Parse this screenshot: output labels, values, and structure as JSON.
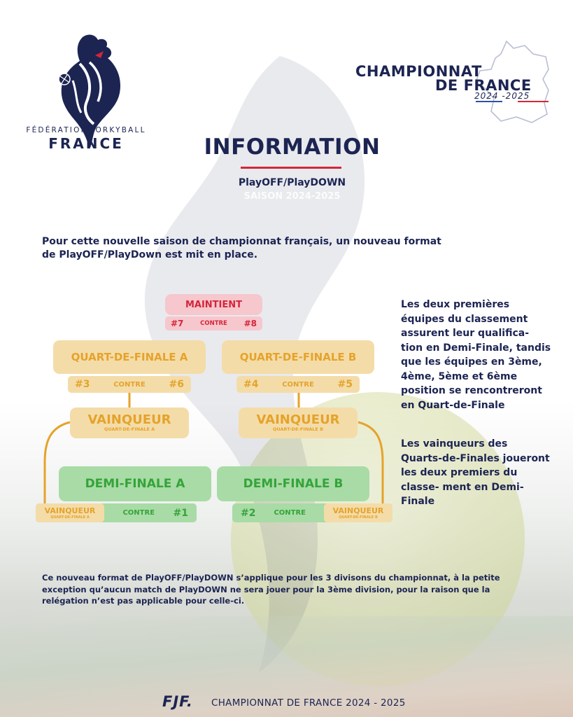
{
  "logo_left": {
    "line1": "FÉDÉRATION JORKYBALL",
    "line2": "FRANCE"
  },
  "logo_right": {
    "line1": "CHAMPIONNAT",
    "line2": "DE FRANCE",
    "line3": "2024 -2025"
  },
  "title": "INFORMATION",
  "subtitle": "PlayOFF/PlayDOWN",
  "ghost_text": "SAISON 2024-2025",
  "intro": "Pour cette nouvelle saison de championnat français, un nouveau format de PlayOFF/PlayDown est mit en place.",
  "bracket": {
    "maintient": {
      "label": "MAINTIENT",
      "left": "#7",
      "mid": "CONTRE",
      "right": "#8"
    },
    "qf_a": {
      "label": "QUART-DE-FINALE A",
      "left": "#3",
      "mid": "CONTRE",
      "right": "#6"
    },
    "qf_b": {
      "label": "QUART-DE-FINALE B",
      "left": "#4",
      "mid": "CONTRE",
      "right": "#5"
    },
    "winner_a": {
      "big": "VAINQUEUR",
      "small": "QUART-DE-FINALE A"
    },
    "winner_b": {
      "big": "VAINQUEUR",
      "small": "QUART-DE-FINALE B"
    },
    "sf_a": {
      "label": "DEMI-FINALE A",
      "winner_big": "VAINQUEUR",
      "winner_small": "QUART-DE-FINALE A",
      "mid": "CONTRE",
      "right": "#1"
    },
    "sf_b": {
      "label": "DEMI-FINALE B",
      "left": "#2",
      "mid": "CONTRE",
      "winner_big": "VAINQUEUR",
      "winner_small": "QUART-DE-FINALE B"
    }
  },
  "side_text_1": "Les deux premières équipes du classement assurent leur qualifica- tion en Demi-Finale, tandis que les équipes en 3ème, 4ème, 5ème et 6ème position se rencontreront en Quart-de-Finale",
  "side_text_2": "Les vainqueurs des Quarts-de-Finales joueront les deux premiers du classe- ment en Demi-Finale",
  "footer_note": "Ce nouveau format de PlayOFF/PlayDOWN s’applique pour les 3 divisons du championnat, à la petite exception qu’aucun match de PlayDOWN ne sera jouer pour la 3ème division, pour la raison que la relégation n’est pas applicable pour celle-ci.",
  "footer": {
    "logo": "FJF.",
    "text": "CHAMPIONNAT DE FRANCE 2024 - 2025"
  },
  "colors": {
    "navy": "#1c2452",
    "red": "#d4263a",
    "gold": "#e5a32a",
    "gold_box": "#f4dca9",
    "pink_box": "#f6c7cd",
    "green_box": "#a9dba6",
    "green_text": "#34a43a"
  }
}
